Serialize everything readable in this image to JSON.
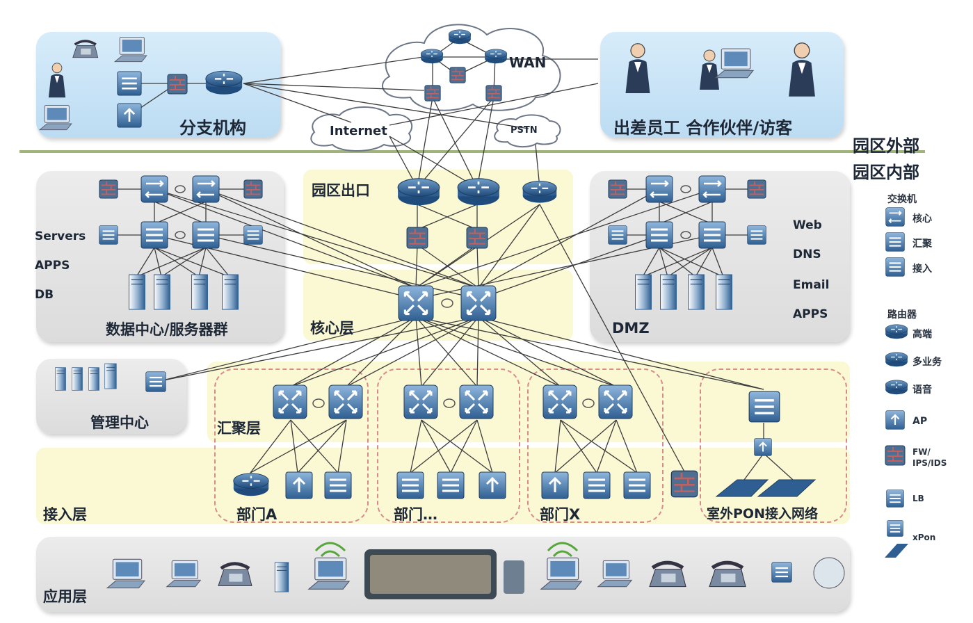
{
  "zones": {
    "outside": "园区外部",
    "inside": "园区内部"
  },
  "external": {
    "branch": "分支机构",
    "wan": "WAN",
    "internet": "Internet",
    "pstn": "PSTN",
    "remote_users": "出差员工  合作伙伴/访客"
  },
  "campus": {
    "egress": "园区出口",
    "core": "核心层",
    "aggregation": "汇聚层",
    "access": "接入层",
    "application": "应用层"
  },
  "datacenter": {
    "title": "数据中心/服务器群",
    "items": [
      "Servers",
      "APPS",
      "DB"
    ]
  },
  "dmz": {
    "title": "DMZ",
    "items": [
      "Web",
      "DNS",
      "Email",
      "APPS"
    ]
  },
  "management": {
    "title": "管理中心"
  },
  "departments": {
    "a": "部门A",
    "mid": "部门…",
    "x": "部门X",
    "pon": "室外PON接入网络"
  },
  "legend": {
    "switch_title": "交换机",
    "switch_items": [
      "核心",
      "汇聚",
      "接入"
    ],
    "router_title": "路由器",
    "router_items": [
      "高端",
      "多业务",
      "语音"
    ],
    "other_items": [
      "AP",
      "FW/\nIPS/IDS",
      "LB",
      "xPon"
    ]
  },
  "colors": {
    "device": "#3f6d9c",
    "device_light": "#6f9cc8",
    "line": "#3c3c3c",
    "divider": "#9fb37a"
  }
}
